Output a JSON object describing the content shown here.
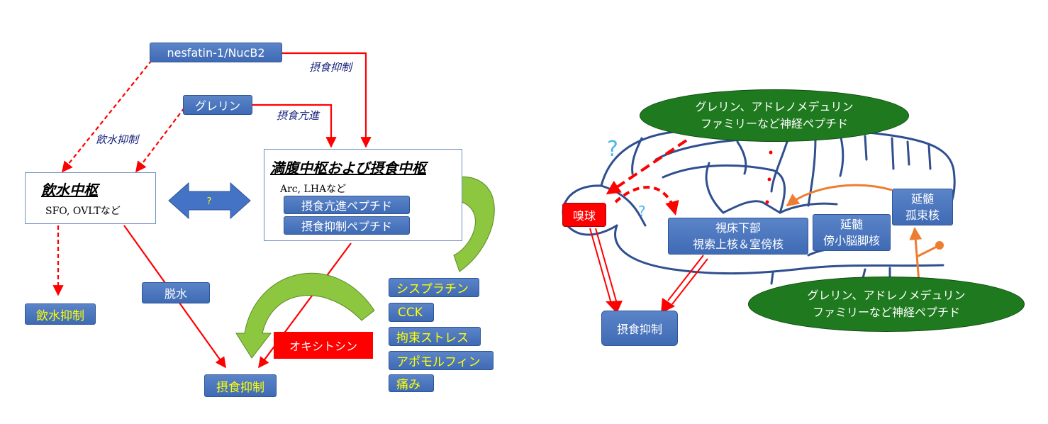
{
  "left": {
    "nesfatin": "nesfatin-1/NucB2",
    "ghrelin": "グレリン",
    "drink_center": {
      "title": "飲水中枢",
      "sub": "SFO, OVLTなど"
    },
    "satiety_center": {
      "title": "満腹中枢および摂食中枢",
      "sub": "Arc, LHAなど",
      "peptide_up": "摂食亢進ペプチド",
      "peptide_down": "摂食抑制ペプチド"
    },
    "question": "?",
    "label_feed_inhibit": "摂食抑制",
    "label_feed_promote": "摂食亢進",
    "label_drink_inhibit": "飲水抑制",
    "drink_inhibit_box": "飲水抑制",
    "dehydration": "脱水",
    "oxytocin": "オキシトシン",
    "feed_inhibit_box": "摂食抑制",
    "stimuli": [
      "シスプラチン",
      "CCK",
      "拘束ストレス",
      "アポモルフィン",
      "痛み"
    ]
  },
  "right": {
    "ellipse_top": [
      "グレリン、アドレノメデュリン",
      "ファミリーなど神経ペプチド"
    ],
    "ellipse_bottom": [
      "グレリン、アドレノメデュリン",
      "ファミリーなど神経ペプチド"
    ],
    "olfactory": "嗅球",
    "q1": "?",
    "q2": "?",
    "hypothalamus": [
      "視床下部",
      "視索上核＆室傍核"
    ],
    "medulla_pb": [
      "延髄",
      "傍小脳脚核"
    ],
    "medulla_nts": [
      "延髄",
      "孤束核"
    ],
    "feed_inhibit": "摂食抑制"
  },
  "colors": {
    "box_blue": "#4472c4",
    "arrow_red": "#ff0000",
    "arrow_green": "#7ab648",
    "ellipse_green": "#1f7a1f",
    "orange": "#ed7d31",
    "brain_outline": "#2f4f8f"
  }
}
